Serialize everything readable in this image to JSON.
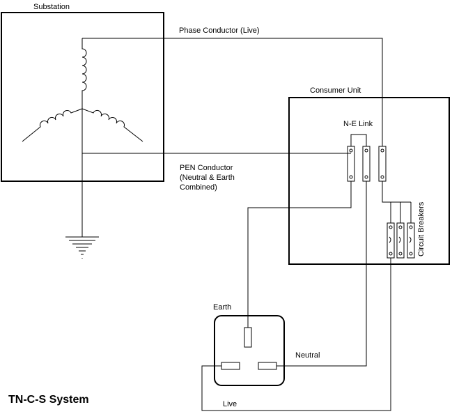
{
  "diagram": {
    "title": "TN-C-S System",
    "labels": {
      "substation": "Substation",
      "phase_conductor": "Phase Conductor (Live)",
      "consumer_unit": "Consumer Unit",
      "ne_link": "N-E Link",
      "pen_line1": "PEN Conductor",
      "pen_line2": "(Neutral & Earth",
      "pen_line3": "Combined)",
      "circuit_breakers": "Circuit Breakers",
      "earth": "Earth",
      "neutral": "Neutral",
      "live": "Live"
    }
  }
}
